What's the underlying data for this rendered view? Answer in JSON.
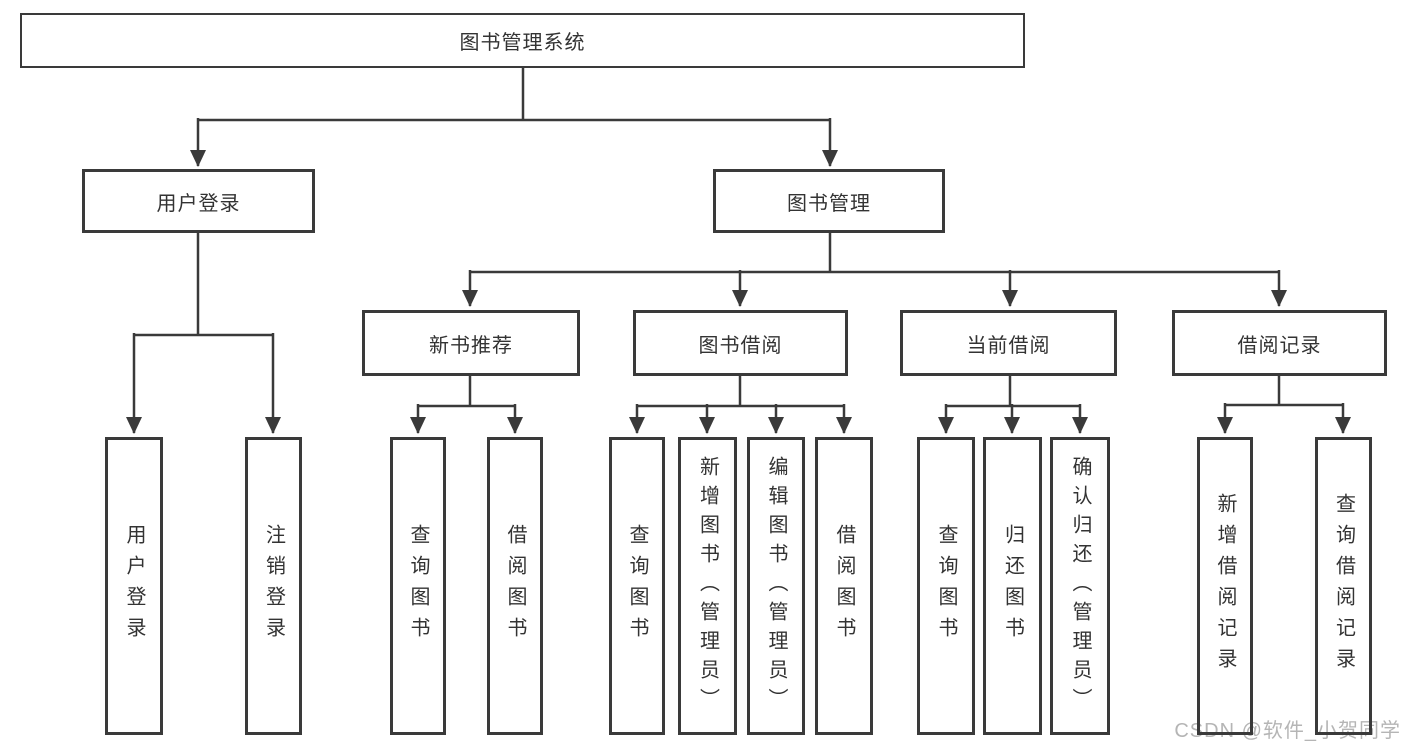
{
  "tree": {
    "root": "图书管理系统",
    "user_login": {
      "label": "用户登录",
      "children": [
        "用户登录",
        "注销登录"
      ]
    },
    "book_mgmt": {
      "label": "图书管理",
      "modules": [
        {
          "label": "新书推荐",
          "children": [
            "查询图书",
            "借阅图书"
          ]
        },
        {
          "label": "图书借阅",
          "children": [
            "查询图书",
            "新增图书（管理员）",
            "编辑图书（管理员）",
            "借阅图书"
          ]
        },
        {
          "label": "当前借阅",
          "children": [
            "查询图书",
            "归还图书",
            "确认归还（管理员）"
          ]
        },
        {
          "label": "借阅记录",
          "children": [
            "新增借阅记录",
            "查询借阅记录"
          ]
        }
      ]
    }
  },
  "watermark": "CSDN @软件_小贺同学",
  "colors": {
    "line": "#3a3a3a",
    "box_border": "#3a3a3a",
    "box_fill": "#ffffff",
    "text": "#333333",
    "watermark": "#b5b5b5",
    "background": "#ffffff"
  }
}
